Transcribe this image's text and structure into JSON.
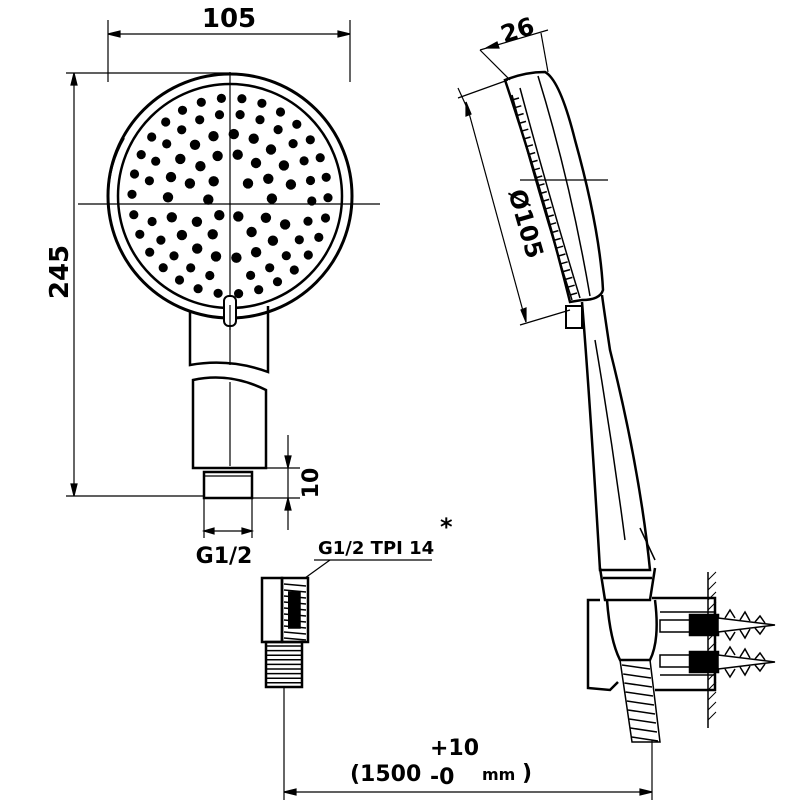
{
  "labels": {
    "width_top": "105",
    "height_total": "245",
    "thickness": "26",
    "diameter": "Ø105",
    "connector_height": "10",
    "connector_thread": "G1/2",
    "wall_thread": "G1/2  TPI 14",
    "asterisk": "*",
    "hose_length": "(1500",
    "tol_plus": "+10",
    "tol_minus": "-0",
    "unit": "mm",
    "close_paren": ")"
  }
}
